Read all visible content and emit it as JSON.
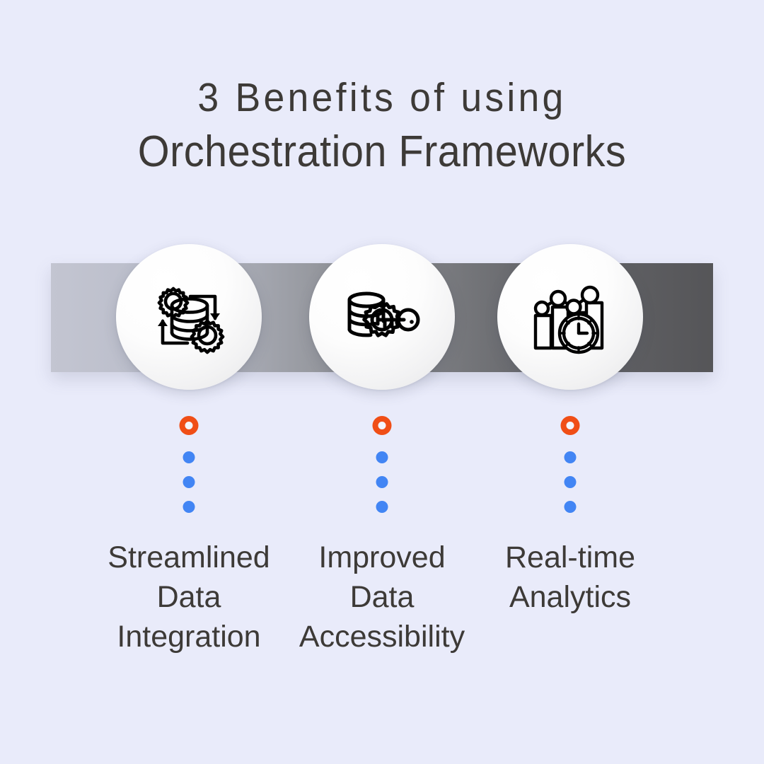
{
  "theme": {
    "background": "#e9ebfa",
    "text_color": "#3d3a37",
    "accent_orange": "#f04e16",
    "accent_blue": "#4285f4",
    "band_gradient_start": "#c3c5d1",
    "band_gradient_end": "#555558",
    "circle_fill": "#ffffff"
  },
  "title": {
    "line1": "3 Benefits of using",
    "line2": "Orchestration Frameworks"
  },
  "benefits": [
    {
      "index": "1",
      "icon": "database-gears-sync-icon",
      "label": "Streamlined\nData\nIntegration",
      "label_plain": "Streamlined Data Integration"
    },
    {
      "index": "2",
      "icon": "database-gear-key-icon",
      "label": "Improved\nData\nAccessibility",
      "label_plain": "Improved Data Accessibility"
    },
    {
      "index": "3",
      "icon": "bar-chart-clock-icon",
      "label": "Real-time\nAnalytics",
      "label_plain": "Real-time Analytics"
    }
  ],
  "connector": {
    "marker_icon": "ring-marker-icon",
    "dot_icon": "dot-icon",
    "dot_count": "3"
  }
}
